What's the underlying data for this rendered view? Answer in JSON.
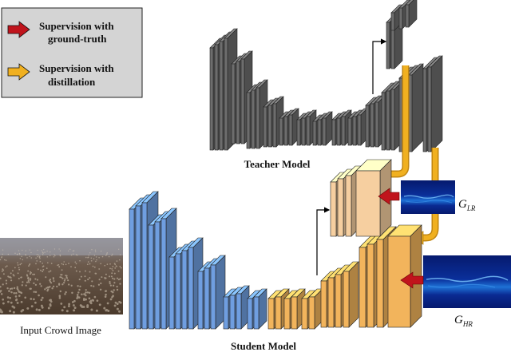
{
  "legend": {
    "items": [
      {
        "line1": "Supervision with",
        "line2": "ground-truth"
      },
      {
        "line1": "Supervision with",
        "line2": "distillation"
      }
    ]
  },
  "labels": {
    "teacher": "Teacher Model",
    "student": "Student Model",
    "input": "Input Crowd Image",
    "g_lr_main": "G",
    "g_lr_sub": "LR",
    "g_hr_main": "G",
    "g_hr_sub": "HR"
  },
  "colors": {
    "teacher": "#6d6d6d",
    "student_blue": "#6f9ee0",
    "student_orange": "#f2b45c",
    "student_peach": "#f6cfa0",
    "arrow_red": "#c0141c",
    "arrow_gold": "#f0b020",
    "legend_bg": "#d4d4d4"
  }
}
